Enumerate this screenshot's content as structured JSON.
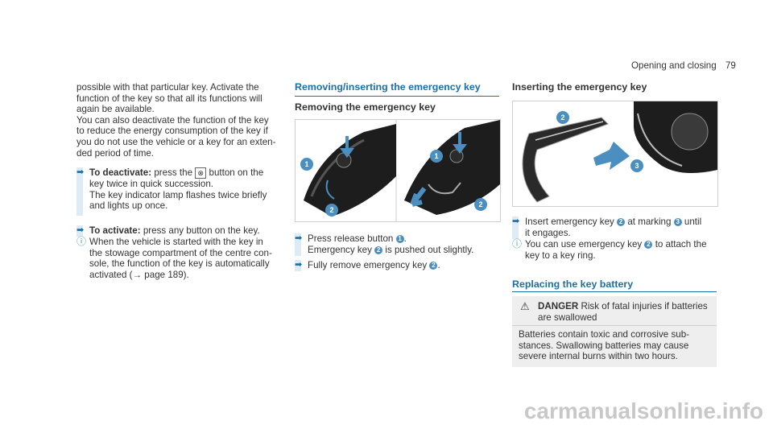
{
  "header": {
    "section": "Opening and closing",
    "page": "79"
  },
  "col1": {
    "intro": [
      "possible with that particular key. Activate the",
      "function of the key so that all its functions will",
      "again be available."
    ],
    "deact_desc": [
      "You can also deactivate the function of the key",
      "to reduce the energy consumption of the key if",
      "you do not use the vehicle or a key for an exten-",
      "ded period of time."
    ],
    "deactivate_label": "To deactivate:",
    "deactivate_pre": "press the",
    "deactivate_btn": "⊗",
    "deactivate_post": "button on the",
    "deactivate_lines": [
      "key twice in quick succession.",
      "The key indicator lamp flashes twice briefly",
      "and lights up once."
    ],
    "activate_label": "To activate:",
    "activate_text": "press any button on the key.",
    "note": [
      "When the vehicle is started with the key in",
      "the stowage compartment of the centre con-",
      "sole, the function of the key is automatically",
      "activated (→ page 189)."
    ]
  },
  "col2": {
    "section_title": "Removing/inserting the emergency key",
    "sub_title": "Removing the emergency key",
    "step1_pre": "Press release button",
    "step1_badge": "1",
    "step1_post": ".",
    "step1b_pre": "Emergency key",
    "step1b_badge": "2",
    "step1b_post": "is pushed out slightly.",
    "step2_pre": "Fully remove emergency key",
    "step2_badge": "2",
    "step2_post": "."
  },
  "col3": {
    "sub_title": "Inserting the emergency key",
    "step1_pre": "Insert emergency key",
    "step1_badge1": "2",
    "step1_mid": "at marking",
    "step1_badge2": "3",
    "step1_post": "until",
    "step1_line2": "it engages.",
    "note_pre": "You can use emergency key",
    "note_badge": "2",
    "note_post": "to attach the",
    "note_line2": "key to a key ring.",
    "section_title": "Replacing the key battery",
    "danger_label": "DANGER",
    "danger_title": "Risk of fatal injuries if batteries",
    "danger_title2": "are swallowed",
    "danger_body": [
      "Batteries contain toxic and corrosive sub-",
      "stances. Swallowing batteries may cause",
      "severe internal burns within two hours."
    ]
  },
  "figures": {
    "fig1_labels": [
      "1",
      "2"
    ],
    "fig2_labels": [
      "1",
      "2"
    ],
    "fig3_labels": [
      "2",
      "3"
    ]
  },
  "watermark": "carmanualsonline.info",
  "colors": {
    "accent": "#1a6fa8",
    "badge": "#4a8fc0",
    "bar": "#dcebf5"
  }
}
